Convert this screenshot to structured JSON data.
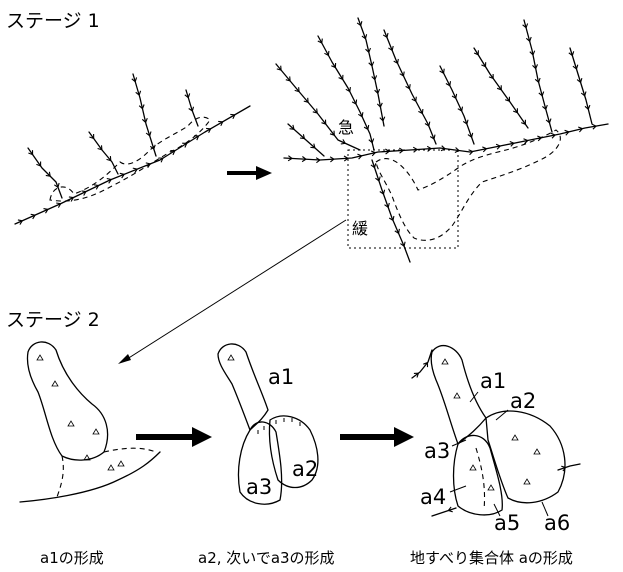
{
  "stage1_label": "ステージ 1",
  "stage2_label": "ステージ 2",
  "steep_label": "急",
  "gentle_label": "緩",
  "labels": {
    "a1_mid": "a1",
    "a3_mid": "a3",
    "a2_mid": "a2",
    "a1_r": "a1",
    "a2_r": "a2",
    "a3_r": "a3",
    "a4_r": "a4",
    "a5_r": "a5",
    "a6_r": "a6"
  },
  "captions": {
    "left": "a1の形成",
    "middle": "a2, 次いでa3の形成",
    "right": "地すべり集合体 aの形成"
  }
}
